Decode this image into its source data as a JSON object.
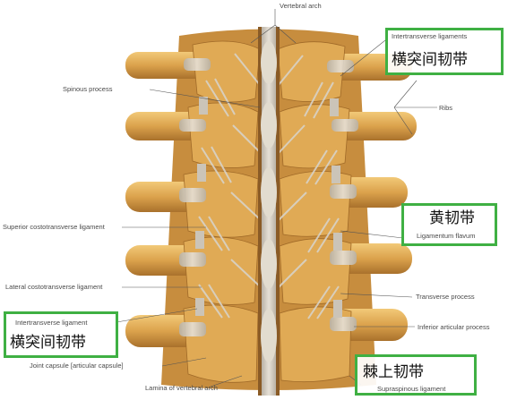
{
  "labels": {
    "vertebral_arch": "Vertebral arch",
    "spinous_process": "Spinous process",
    "ribs": "Ribs",
    "superior_costotransverse": "Superior costotransverse ligament",
    "lateral_costotransverse": "Lateral costotransverse ligament",
    "transverse_process": "Transverse process",
    "inferior_articular": "Inferior articular process",
    "joint_capsule": "Joint capsule [articular capsule]",
    "lamina": "Lamina of vertebral arch"
  },
  "callouts": {
    "top_right": {
      "en": "Intertransverse ligaments",
      "zh": "横突间韧带"
    },
    "mid_right": {
      "en": "Ligamentum flavum",
      "zh": "黄韧带"
    },
    "left": {
      "en": "Intertransverse ligament",
      "zh": "横突间韧带"
    },
    "bottom": {
      "en": "Supraspinous ligament",
      "zh": "棘上韧带"
    }
  },
  "colors": {
    "bone": "#d9a24a",
    "bone_light": "#f0c77a",
    "bone_dark": "#a8702a",
    "ligament": "#cfc8bd",
    "callout_border": "#3fb043"
  }
}
